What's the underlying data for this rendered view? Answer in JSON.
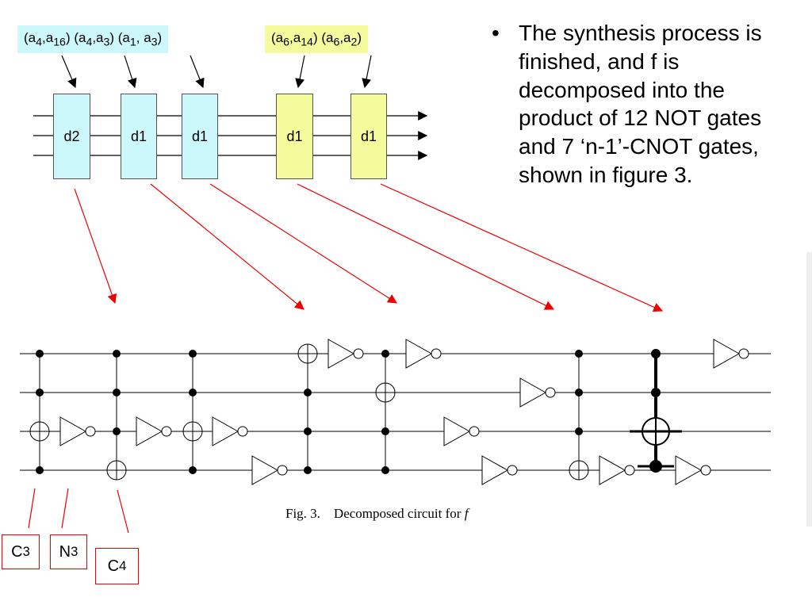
{
  "labels": {
    "left": "(a4,a16) (a4,a3) (a1, a3)",
    "right": "(a6,a14) (a6,a2)"
  },
  "gates": [
    "d2",
    "d1",
    "d1",
    "d1",
    "d1"
  ],
  "bullet": "The synthesis process is finished, and f is decomposed into the product of 12 NOT gates and 7 ‘n-1’-CNOT gates, shown in figure 3.",
  "caption": "Fig. 3.    Decomposed circuit for f",
  "tags": {
    "c3": "C3",
    "n3": "N3",
    "c4": "C4"
  }
}
